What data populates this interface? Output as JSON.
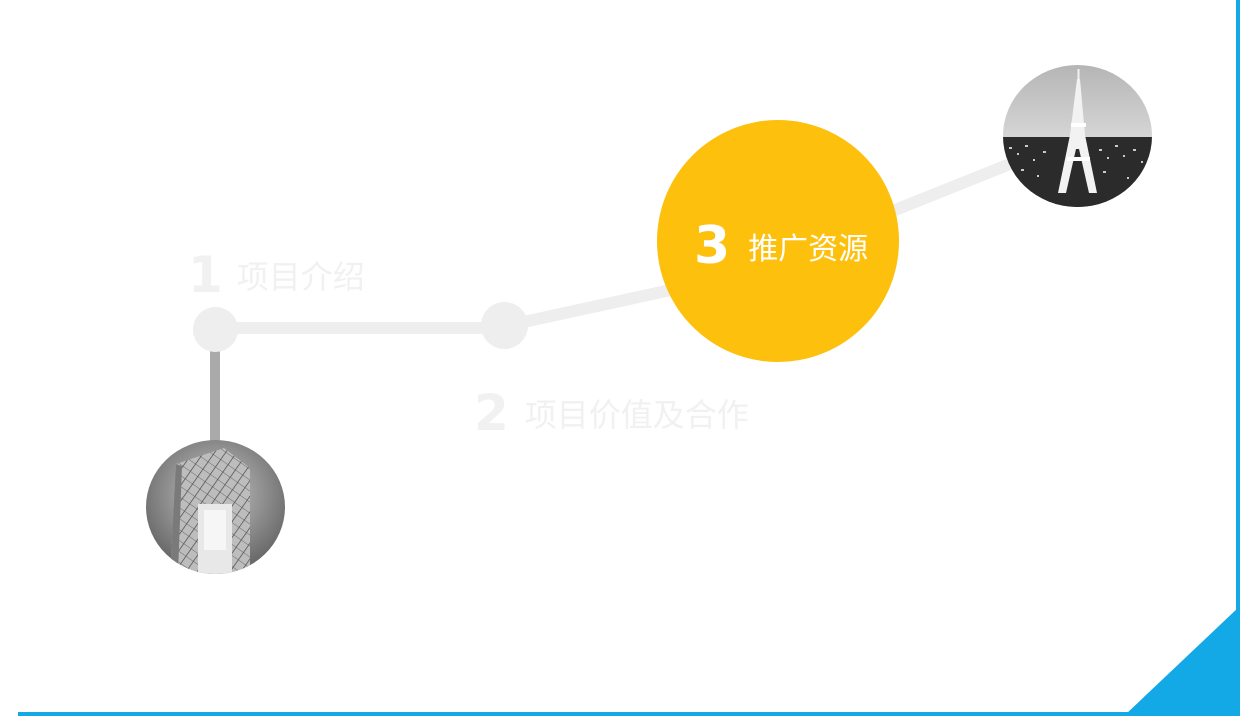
{
  "steps": [
    {
      "number": "1",
      "label": "项目介绍",
      "active": false
    },
    {
      "number": "2",
      "label": "项目价值及合作",
      "active": false
    },
    {
      "number": "3",
      "label": "推广资源",
      "active": true
    }
  ],
  "icons": {
    "photo_left": "building-photo",
    "photo_right": "tower-photo"
  },
  "colors": {
    "accent_blue": "#12a9e6",
    "active_yellow": "#fdc00d",
    "inactive_gray": "#eeeeee",
    "connector_gray": "#aaaaaa"
  }
}
